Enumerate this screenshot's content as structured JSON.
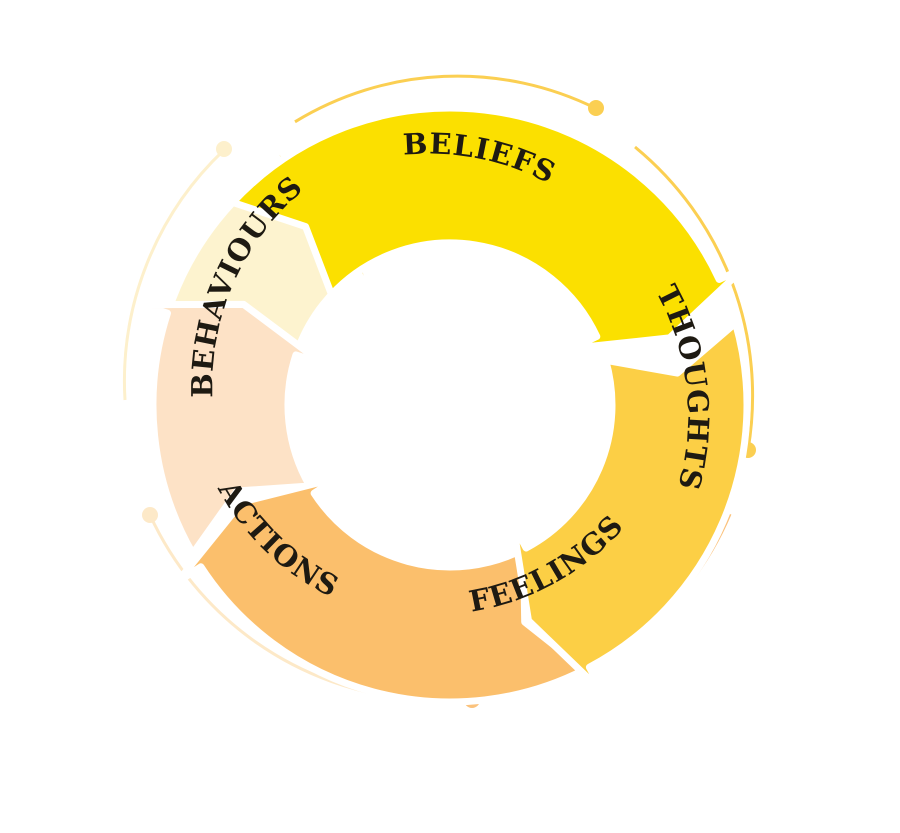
{
  "diagram": {
    "type": "cycle",
    "segments": [
      {
        "label": "BELIEFS",
        "color": "#fbe000"
      },
      {
        "label": "THOUGHTS",
        "color": "#fccf45"
      },
      {
        "label": "FEELINGS",
        "color": "#fbbf6c"
      },
      {
        "label": "ACTIONS",
        "color": "#fde2c6"
      },
      {
        "label": "BEHAVIOURS",
        "color": "#fdf3cf"
      }
    ],
    "ring_colors": {
      "outer_arc_gold": "#fbcf52",
      "outer_arc_pale": "#fde9c8",
      "outer_arc_soft": "#fbe6a0"
    }
  }
}
